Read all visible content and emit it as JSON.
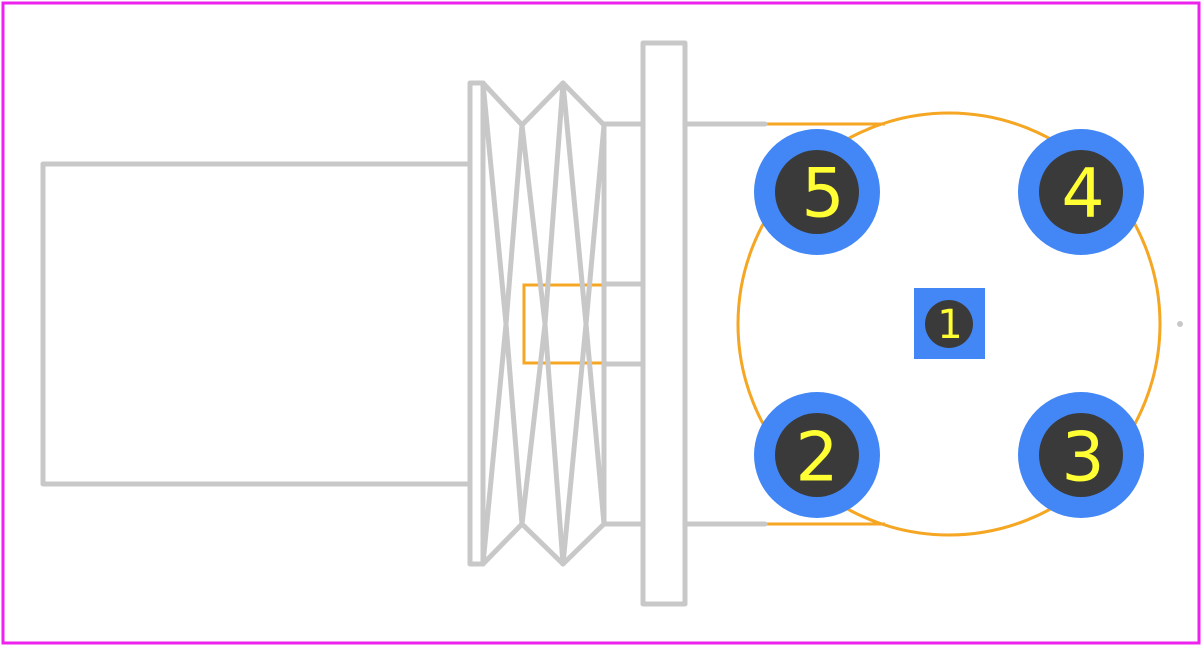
{
  "colors": {
    "background": "#ffffff",
    "board_outline": "#ee22ee",
    "silkscreen": "#c8c8c8",
    "courtyard": "#f5a623",
    "pad_copper": "#4287f5",
    "pad_hole": "#3a3a3a",
    "pad_label": "#ffff33"
  },
  "pads": [
    {
      "id": "1",
      "label": "1",
      "shape": "square"
    },
    {
      "id": "2",
      "label": "2",
      "shape": "round"
    },
    {
      "id": "3",
      "label": "3",
      "shape": "round"
    },
    {
      "id": "4",
      "label": "4",
      "shape": "round"
    },
    {
      "id": "5",
      "label": "5",
      "shape": "round"
    }
  ]
}
